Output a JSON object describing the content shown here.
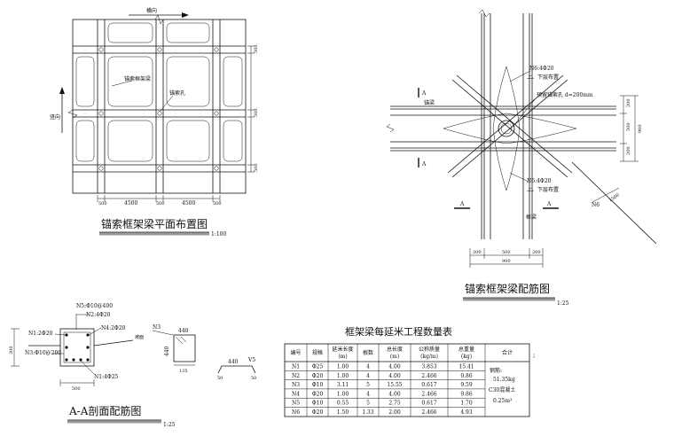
{
  "plan": {
    "dir_h": "横向",
    "dir_v": "竖向",
    "label_beam": "锚索框架梁",
    "label_hole": "锚索孔",
    "dim_bottom": [
      "500",
      "4500",
      "500",
      "4500",
      "500"
    ],
    "dim_right": [
      "500",
      "",
      "500",
      "",
      "500"
    ],
    "title": "锚索框架梁平面布置图",
    "scale": "1:100"
  },
  "rebar": {
    "n6_upper": "N6:4Φ20",
    "layer_upper": "上、下层布置",
    "anchor_beam": "锚梁",
    "reserve_hole": "预留锚索孔 d=200mm",
    "section_mark": "A",
    "n6_lower": "N6:4Φ20",
    "layer_lower": "上、下层布置",
    "frame_beam": "框梁",
    "dim_right": [
      "200",
      "500",
      "200"
    ],
    "dim_right_total": "900",
    "dim_bottom": [
      "200",
      "500",
      "200"
    ],
    "dim_bottom_total": "900",
    "n6_bar": "N6",
    "n6_len": "1500",
    "title": "锚索框架梁配筋图",
    "scale": "1:25"
  },
  "section": {
    "n5": "N5:Φ10@400",
    "n2": "N2:4Φ20",
    "n1_top": "N1:2Φ20",
    "n4": "N4:2Φ20",
    "ground": "坡面",
    "n3": "N3:Φ10@200",
    "n1_bot": "N1:4Φ25",
    "dim_height": "300",
    "dim_width": "500",
    "title": "A-A剖面配筋图",
    "scale": "1:25"
  },
  "bars": {
    "n3_name": "N3",
    "n3_top": "440",
    "n3_side": "440",
    "n3_bottom": "135",
    "n5_name": "V5",
    "n5_len": "440",
    "n5_hook_l": "50",
    "n5_hook_r": "50"
  },
  "table": {
    "title": "框架梁每延米工程数量表",
    "headers": [
      "编号",
      "规格",
      "延米长度\n(m)",
      "根数",
      "总长度\n(m)",
      "公称质量\n(kg/m)",
      "总重量\n(kg)",
      "合计"
    ],
    "rows": [
      [
        "N1",
        "Φ25",
        "1.00",
        "4",
        "4.00",
        "3.853",
        "15.41"
      ],
      [
        "N2",
        "Φ20",
        "1.00",
        "4",
        "4.00",
        "2.466",
        "9.86"
      ],
      [
        "N3",
        "Φ10",
        "3.11",
        "5",
        "15.55",
        "0.617",
        "9.59"
      ],
      [
        "N4",
        "Φ20",
        "1.00",
        "4",
        "4.00",
        "2.466",
        "9.86"
      ],
      [
        "N5",
        "Φ10",
        "0.55",
        "5",
        "2.75",
        "0.617",
        "1.70"
      ],
      [
        "N6",
        "Φ20",
        "1.50",
        "1.33",
        "2.00",
        "2.466",
        "4.93"
      ]
    ],
    "total_label": "钢筋:",
    "total_steel": "51.35kg",
    "total_concrete_label": "C30混凝土",
    "total_concrete": "0.25m³",
    "side_mark": ";"
  }
}
